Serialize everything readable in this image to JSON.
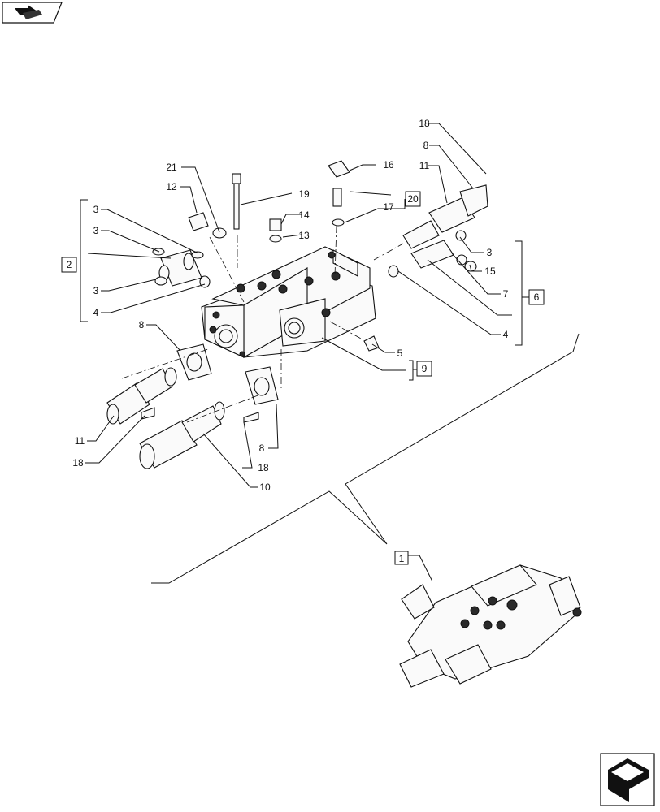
{
  "labels": {
    "l18a": "18",
    "l8a": "8",
    "l11a": "11",
    "l16": "16",
    "l17": "17",
    "l21": "21",
    "l12": "12",
    "l19": "19",
    "l14": "14",
    "l13": "13",
    "l3a": "3",
    "l3b": "3",
    "l3c": "3",
    "l4a": "4",
    "l8b": "8",
    "l11b": "11",
    "l18b": "18",
    "l18c": "18",
    "l10": "10",
    "l8c": "8",
    "l5": "5",
    "l3d": "3",
    "l15": "15",
    "l7": "7",
    "l4b": "4"
  },
  "boxed": {
    "b2": "2",
    "b20": "20",
    "b6": "6",
    "b9": "9",
    "b1": "1"
  },
  "icons": {
    "top_left": "book-arrow-icon",
    "bottom_right": "next-page-arrow-icon"
  }
}
